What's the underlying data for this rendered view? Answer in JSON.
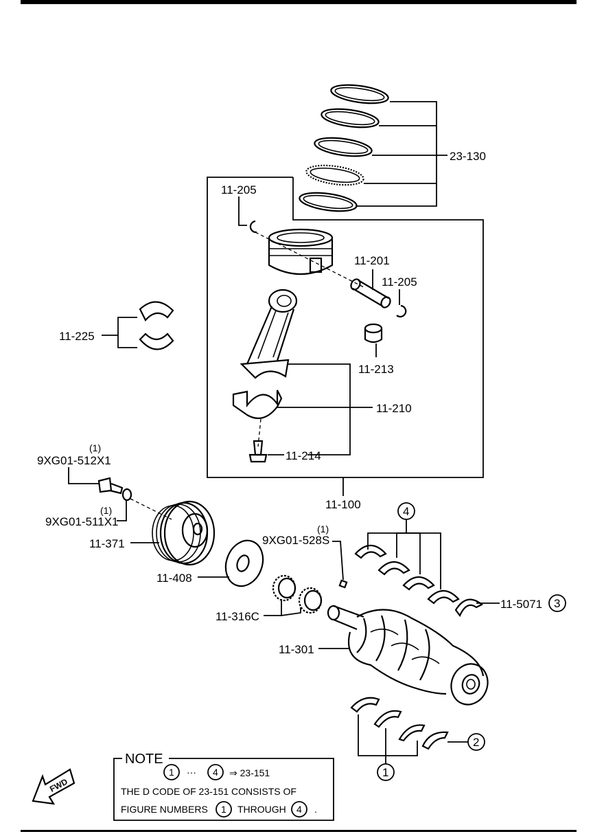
{
  "labels": {
    "rings": "23-130",
    "clip_top": "11-205",
    "pin": "11-201",
    "clip_right": "11-205",
    "bushing": "11-213",
    "bearing_left": "11-225",
    "rod": "11-210",
    "rod_bolt": "11-214",
    "assembly": "11-100",
    "bolt_qty": "(1)",
    "bolt": "9XG01-512X1",
    "washer_qty": "(1)",
    "washer": "9XG01-511X1",
    "pulley": "11-371",
    "key_qty": "(1)",
    "key": "9XG01-528S",
    "spacer": "11-408",
    "gear": "11-316C",
    "crankshaft": "11-301",
    "thrust": "11-5071",
    "circle_4": "4",
    "circle_3": "3",
    "circle_2": "2",
    "circle_1": "1"
  },
  "note": {
    "title": "NOTE",
    "line1_from": "1",
    "line1_dots": "···",
    "line1_to": "4",
    "line1_arrow": "⇒ 23-151",
    "line2": "THE D CODE OF   23-151  CONSISTS OF",
    "line3_a": "FIGURE NUMBERS",
    "line3_n1": "1",
    "line3_b": "THROUGH",
    "line3_n4": "4",
    "line3_end": "."
  },
  "fwd": "FWD"
}
